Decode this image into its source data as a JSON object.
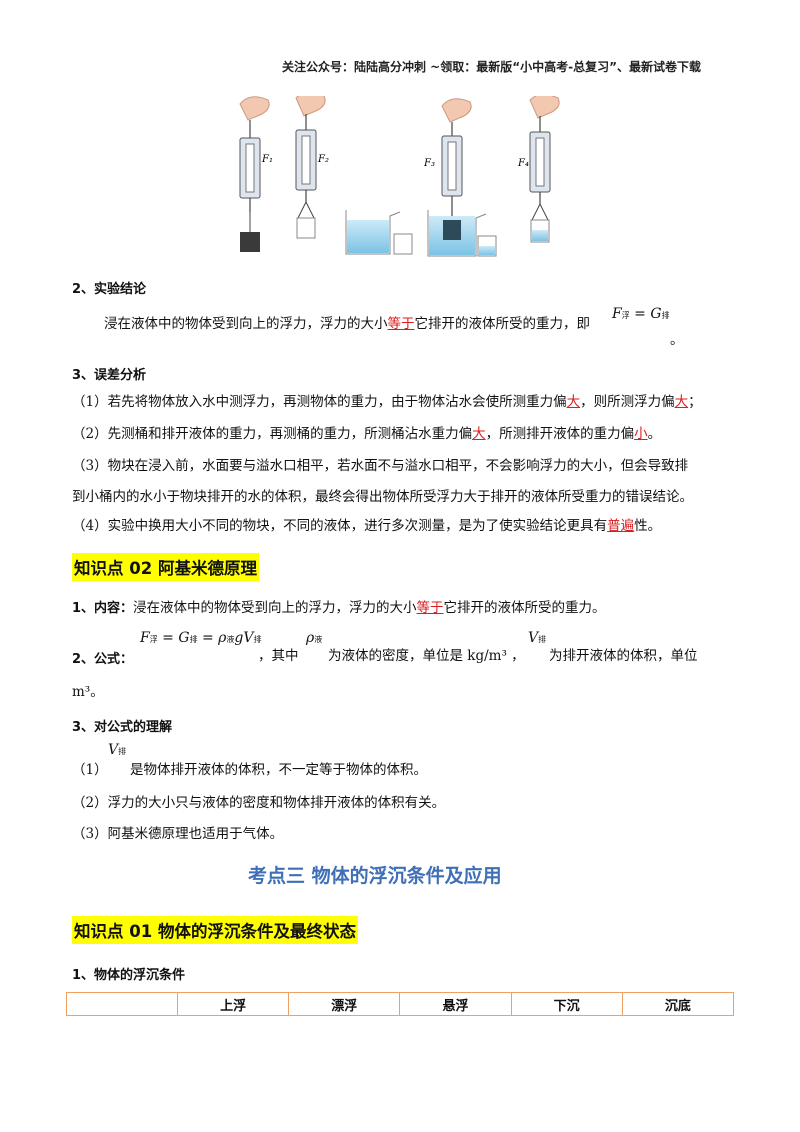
{
  "header": {
    "text": "关注公众号：陆陆高分冲刺 ~领取：最新版“小中高考-总复习”、最新试卷下载"
  },
  "figure": {
    "labels": [
      "F₁",
      "F₂",
      "F₃",
      "F₄"
    ]
  },
  "s2": {
    "heading": "2、实验结论",
    "pre": "浸在液体中的物体受到向上的浮力，浮力的大小",
    "red": "等于",
    "post": "它排开的液体所受的重力，即",
    "formula_F": "F",
    "formula_Fsub": "浮",
    "formula_eq": " = G",
    "formula_Gsub": "排",
    "end": "。"
  },
  "s3": {
    "heading": "3、误差分析",
    "l1a": "（1）若先将物体放入水中测浮力，再测物体的重力，由于物体沾水会使所测重力偏",
    "l1r1": "大",
    "l1b": "，则所测浮力偏",
    "l1r2": "大",
    "l1c": "；",
    "l2a": "（2）先测桶和排开液体的重力，再测桶的重力，所测桶沾水重力偏",
    "l2r1": "大",
    "l2b": "，所测排开液体的重力偏",
    "l2r2": "小",
    "l2c": "。",
    "l3": "（3）物块在浸入前，水面要与溢水口相平，若水面不与溢水口相平，不会影响浮力的大小，但会导致排",
    "l4": "到小桶内的水小于物块排开的水的体积，最终会得出物体所受浮力大于排开的液体所受重力的错误结论。",
    "l5a": "（4）实验中换用大小不同的物块，不同的液体，进行多次测量，是为了使实验结论更具有",
    "l5r": "普遍",
    "l5b": "性。"
  },
  "kp02": {
    "title": "知识点 02  阿基米德原理",
    "content_label": "1、内容：",
    "content_pre": "浸在液体中的物体受到向上的浮力，浮力的大小",
    "content_red": "等于",
    "content_post": "它排开的液体所受的重力。",
    "formula_label": "2、公式：",
    "formula_main": "F",
    "f_sub1": "浮",
    "f_mid": " = G",
    "f_sub2": "排",
    "f_mid2": " = ρ",
    "f_sub3": "液",
    "f_mid3": "gV",
    "f_sub4": "排",
    "comma1": "，其中",
    "rho": "ρ",
    "rho_sub": "液",
    "rho_desc": "为液体的密度，单位是 kg/m³ ，",
    "v": "V",
    "v_sub": "排",
    "v_desc": "为排开液体的体积，单位",
    "unit_m3": "m³。",
    "understand_heading": "3、对公式的理解",
    "u1_pre": "（1）",
    "u1_v": "V",
    "u1_vsub": "排",
    "u1_post": "是物体排开液体的体积，不一定等于物体的体积。",
    "u2": "（2）浮力的大小只与液体的密度和物体排开液体的体积有关。",
    "u3": "（3）阿基米德原理也适用于气体。"
  },
  "section3": {
    "title": "考点三    物体的浮沉条件及应用"
  },
  "kp01": {
    "title": "知识点 01  物体的浮沉条件及最终状态",
    "subheading": "1、物体的浮沉条件",
    "table_headers": [
      "",
      "上浮",
      "漂浮",
      "悬浮",
      "下沉",
      "沉底"
    ]
  }
}
